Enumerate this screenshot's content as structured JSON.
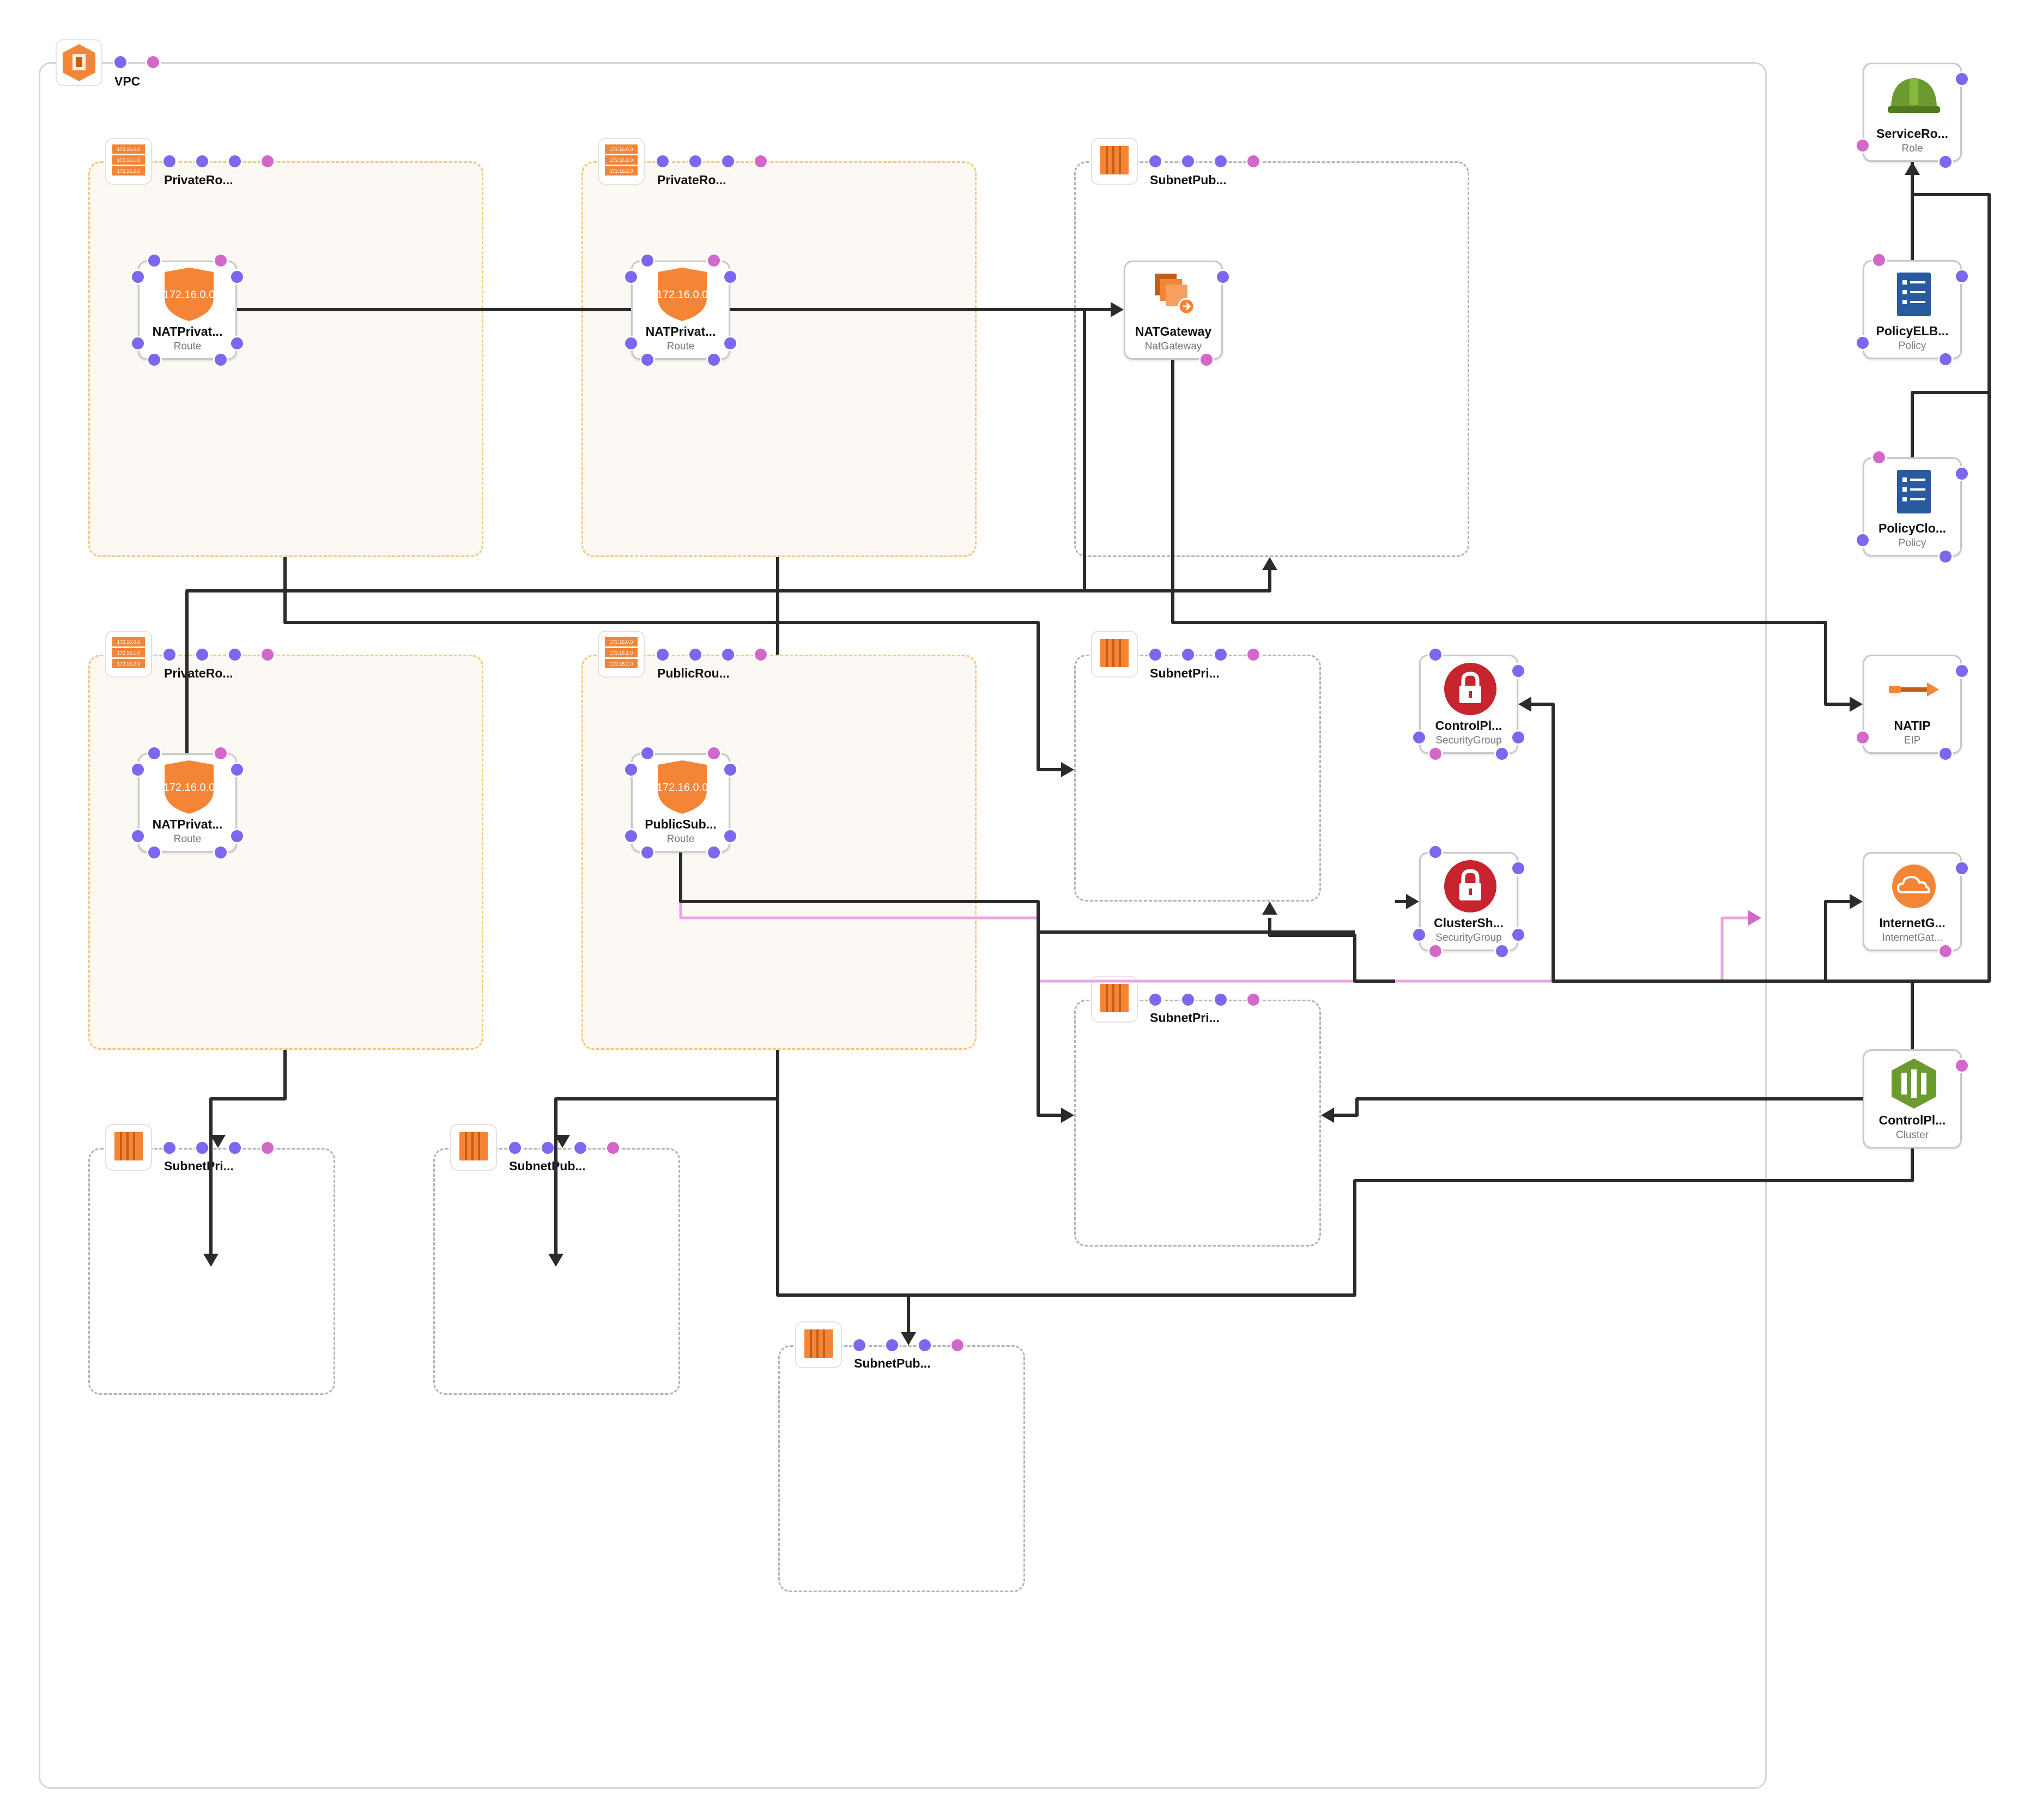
{
  "colors": {
    "edge": "#2b2b2b",
    "edge_pink": "#e8a6e0",
    "port_in": "#7b68ee",
    "port_out": "#d268c9",
    "aws_orange": "#f58536",
    "aws_red": "#c7242f",
    "aws_blue": "#2a5a9e",
    "aws_green": "#6b9a2f"
  },
  "vpc": {
    "title": "VPC",
    "icon": "vpc-icon"
  },
  "route_tables": [
    {
      "title": "PrivateRo...",
      "icon": "route-table-icon",
      "route": {
        "title": "NATPrivat...",
        "type": "Route",
        "icon": "route-shield-icon",
        "cidr": "172.16.0.0"
      }
    },
    {
      "title": "PrivateRo...",
      "icon": "route-table-icon",
      "route": {
        "title": "NATPrivat...",
        "type": "Route",
        "icon": "route-shield-icon",
        "cidr": "172.16.0.0"
      }
    },
    {
      "title": "PrivateRo...",
      "icon": "route-table-icon",
      "route": {
        "title": "NATPrivat...",
        "type": "Route",
        "icon": "route-shield-icon",
        "cidr": "172.16.0.0"
      }
    },
    {
      "title": "PublicRou...",
      "icon": "route-table-icon",
      "route": {
        "title": "PublicSub...",
        "type": "Route",
        "icon": "route-shield-icon",
        "cidr": "172.16.0.0"
      }
    }
  ],
  "route_table_icon_text": [
    "172.16.0.0",
    "172.16.1.0",
    "172.16.2.0"
  ],
  "subnets": [
    {
      "title": "SubnetPub...",
      "icon": "subnet-icon"
    },
    {
      "title": "SubnetPri...",
      "icon": "subnet-icon"
    },
    {
      "title": "SubnetPri...",
      "icon": "subnet-icon"
    },
    {
      "title": "SubnetPri...",
      "icon": "subnet-icon"
    },
    {
      "title": "SubnetPub...",
      "icon": "subnet-icon"
    },
    {
      "title": "SubnetPub...",
      "icon": "subnet-icon"
    }
  ],
  "nodes": {
    "nat_gateway": {
      "title": "NATGateway",
      "type": "NatGateway",
      "icon": "nat-gateway-icon"
    },
    "control_plane_sg": {
      "title": "ControlPl...",
      "type": "SecurityGroup",
      "icon": "security-group-lock-icon"
    },
    "cluster_sg": {
      "title": "ClusterSh...",
      "type": "SecurityGroup",
      "icon": "security-group-lock-icon"
    },
    "service_role": {
      "title": "ServiceRo...",
      "type": "Role",
      "icon": "iam-role-helmet-icon"
    },
    "policy_elb": {
      "title": "PolicyELB...",
      "type": "Policy",
      "icon": "iam-policy-icon"
    },
    "policy_cloud": {
      "title": "PolicyClo...",
      "type": "Policy",
      "icon": "iam-policy-icon"
    },
    "nat_ip": {
      "title": "NATIP",
      "type": "EIP",
      "icon": "elastic-ip-icon"
    },
    "internet_gateway": {
      "title": "InternetG...",
      "type": "InternetGat...",
      "icon": "internet-gateway-cloud-icon"
    },
    "control_plane_cluster": {
      "title": "ControlPl...",
      "type": "Cluster",
      "icon": "eks-cluster-icon"
    }
  }
}
